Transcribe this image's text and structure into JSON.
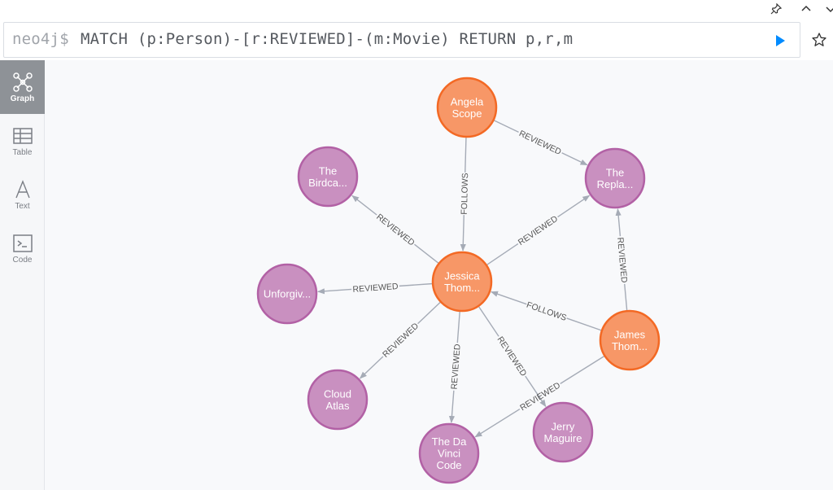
{
  "editor": {
    "prompt": "neo4j$",
    "query": "MATCH (p:Person)-[r:REVIEWED]-(m:Movie) RETURN p,r,m"
  },
  "sidebar": {
    "items": [
      {
        "label": "Graph",
        "icon": "graph-icon",
        "active": true
      },
      {
        "label": "Table",
        "icon": "table-icon",
        "active": false
      },
      {
        "label": "Text",
        "icon": "text-icon",
        "active": false
      },
      {
        "label": "Code",
        "icon": "code-icon",
        "active": false
      }
    ]
  },
  "colors": {
    "person_fill": "#f79767",
    "person_stroke": "#f36924",
    "movie_fill": "#c990c0",
    "movie_stroke": "#b261a5",
    "edge": "#a5abb6",
    "run_button": "#018bff"
  },
  "graph": {
    "nodes": [
      {
        "id": "angela",
        "type": "person",
        "lines": [
          "Angela",
          "Scope"
        ]
      },
      {
        "id": "jessica",
        "type": "person",
        "lines": [
          "Jessica",
          "Thom..."
        ]
      },
      {
        "id": "james",
        "type": "person",
        "lines": [
          "James",
          "Thom..."
        ]
      },
      {
        "id": "birdcage",
        "type": "movie",
        "lines": [
          "The",
          "Birdca..."
        ]
      },
      {
        "id": "replacements",
        "type": "movie",
        "lines": [
          "The",
          "Repla..."
        ]
      },
      {
        "id": "unforgiven",
        "type": "movie",
        "lines": [
          "Unforgiv..."
        ]
      },
      {
        "id": "cloudatlas",
        "type": "movie",
        "lines": [
          "Cloud",
          "Atlas"
        ]
      },
      {
        "id": "davinci",
        "type": "movie",
        "lines": [
          "The Da",
          "Vinci",
          "Code"
        ]
      },
      {
        "id": "jerry",
        "type": "movie",
        "lines": [
          "Jerry",
          "Maguire"
        ]
      }
    ],
    "edges": [
      {
        "from": "angela",
        "to": "replacements",
        "label": "REVIEWED"
      },
      {
        "from": "angela",
        "to": "jessica",
        "label": "FOLLOWS"
      },
      {
        "from": "jessica",
        "to": "birdcage",
        "label": "REVIEWED"
      },
      {
        "from": "jessica",
        "to": "replacements",
        "label": "REVIEWED"
      },
      {
        "from": "jessica",
        "to": "unforgiven",
        "label": "REVIEWED"
      },
      {
        "from": "jessica",
        "to": "cloudatlas",
        "label": "REVIEWED"
      },
      {
        "from": "jessica",
        "to": "davinci",
        "label": "REVIEWED"
      },
      {
        "from": "jessica",
        "to": "jerry",
        "label": "REVIEWED"
      },
      {
        "from": "james",
        "to": "jessica",
        "label": "FOLLOWS"
      },
      {
        "from": "james",
        "to": "replacements",
        "label": "REVIEWED"
      },
      {
        "from": "james",
        "to": "davinci",
        "label": "REVIEWED"
      }
    ]
  }
}
